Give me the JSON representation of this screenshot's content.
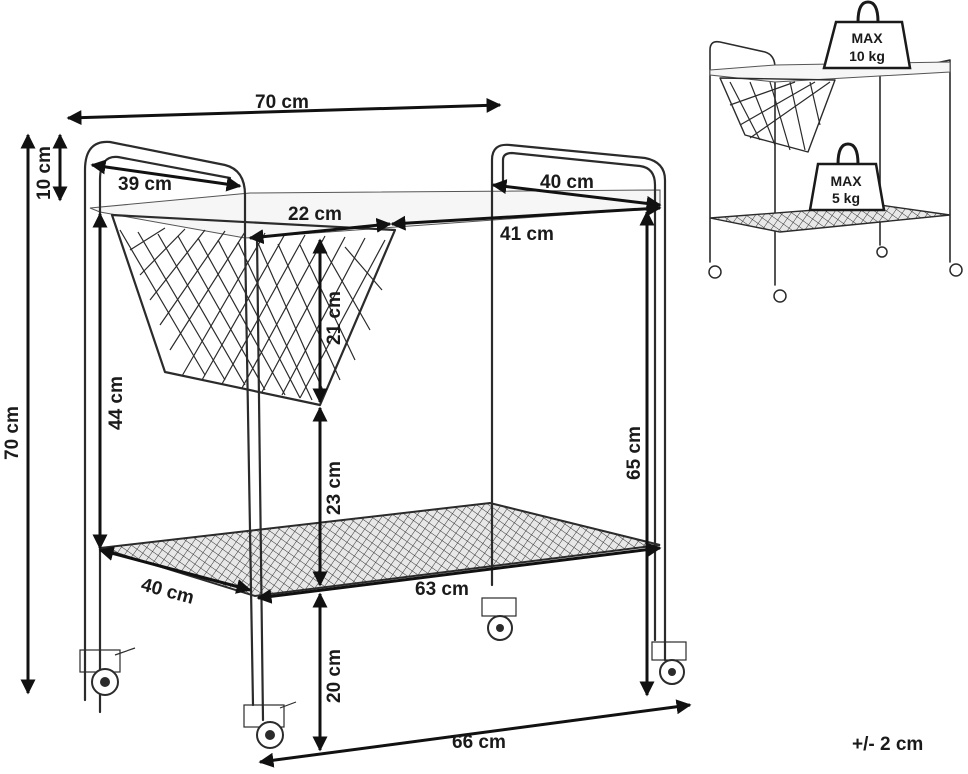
{
  "dimensions": {
    "overall_width": "70 cm",
    "overall_height": "70 cm",
    "handle_height": "10 cm",
    "handle_width": "39 cm",
    "shelf_depth_top": "40 cm",
    "basket_width": "22 cm",
    "top_shelf_width": "41 cm",
    "basket_depth": "21 cm",
    "left_side_height": "44 cm",
    "right_side_height": "65 cm",
    "shelf_gap": "23 cm",
    "bottom_shelf_depth": "40 cm",
    "bottom_shelf_width": "63 cm",
    "ground_clearance": "20 cm",
    "base_width": "66 cm"
  },
  "load_limits": {
    "top": {
      "label": "MAX",
      "value": "10 kg"
    },
    "bottom": {
      "label": "MAX",
      "value": "5 kg"
    }
  },
  "tolerance": "+/- 2 cm"
}
